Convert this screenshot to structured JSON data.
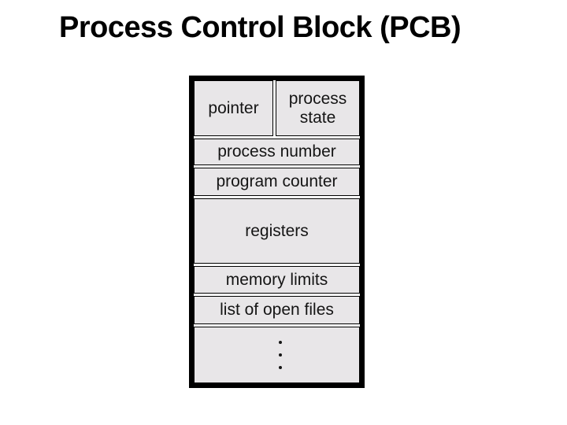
{
  "slide": {
    "title": "Process Control Block (PCB)"
  },
  "diagram": {
    "name": "process-control-block",
    "rows": [
      {
        "id": "pointer",
        "label": "pointer"
      },
      {
        "id": "process-state",
        "label": "process state"
      },
      {
        "id": "process-number",
        "label": "process number"
      },
      {
        "id": "program-counter",
        "label": "program counter"
      },
      {
        "id": "registers",
        "label": "registers"
      },
      {
        "id": "memory-limits",
        "label": "memory limits"
      },
      {
        "id": "list-of-open-files",
        "label": "list of open files"
      }
    ],
    "icons": {
      "more_fields": "vertical-ellipsis-icon"
    }
  },
  "colors": {
    "background": "#ffffff",
    "title_color": "#000000",
    "border_color": "#000000",
    "cell_bg": "#e8e6e8",
    "cell_text": "#151515"
  }
}
